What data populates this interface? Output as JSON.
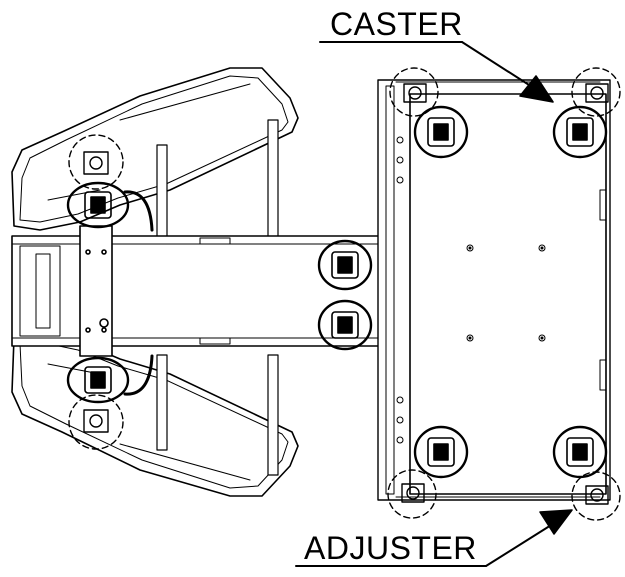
{
  "labels": {
    "caster": "CASTER",
    "adjuster": "ADJUSTER"
  },
  "colors": {
    "line": "#000000",
    "background": "#ffffff"
  },
  "components": {
    "casters_count": 8,
    "adjusters_count": 6
  }
}
